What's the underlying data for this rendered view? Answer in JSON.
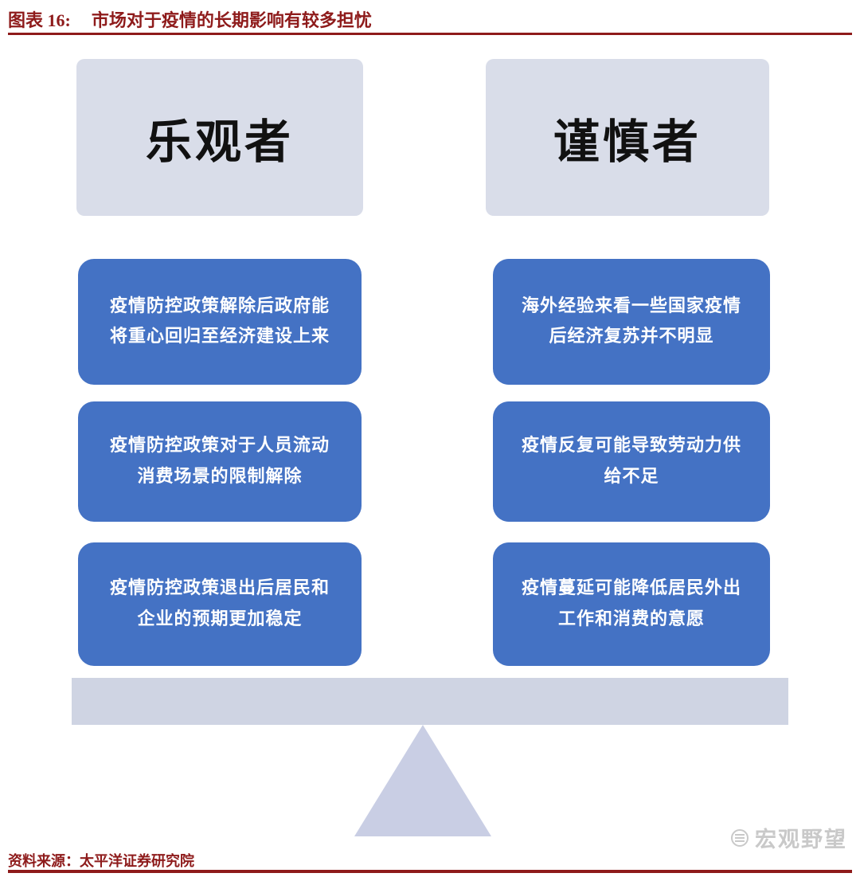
{
  "header": {
    "figure_label": "图表 16:",
    "title": "市场对于疫情的长期影响有较多担忧"
  },
  "diagram": {
    "left": {
      "title": "乐观者",
      "items": [
        "疫情防控政策解除后政府能将重心回归至经济建设上来",
        "疫情防控政策对于人员流动消费场景的限制解除",
        "疫情防控政策退出后居民和企业的预期更加稳定"
      ]
    },
    "right": {
      "title": "谨慎者",
      "items": [
        "海外经验来看一些国家疫情后经济复苏并不明显",
        "疫情反复可能导致劳动力供给不足",
        "疫情蔓延可能降低居民外出工作和消费的意愿"
      ]
    }
  },
  "footer": {
    "source": "资料来源：太平洋证券研究院",
    "watermark": "宏观野望"
  },
  "colors": {
    "accent_red": "#8e1b1b",
    "argument_blue": "#4472c4",
    "group_box_fill": "#d9dde9",
    "beam_fill": "#cfd4e3",
    "fulcrum_fill": "#c9cee4",
    "watermark_gray": "#c9c9c9"
  }
}
